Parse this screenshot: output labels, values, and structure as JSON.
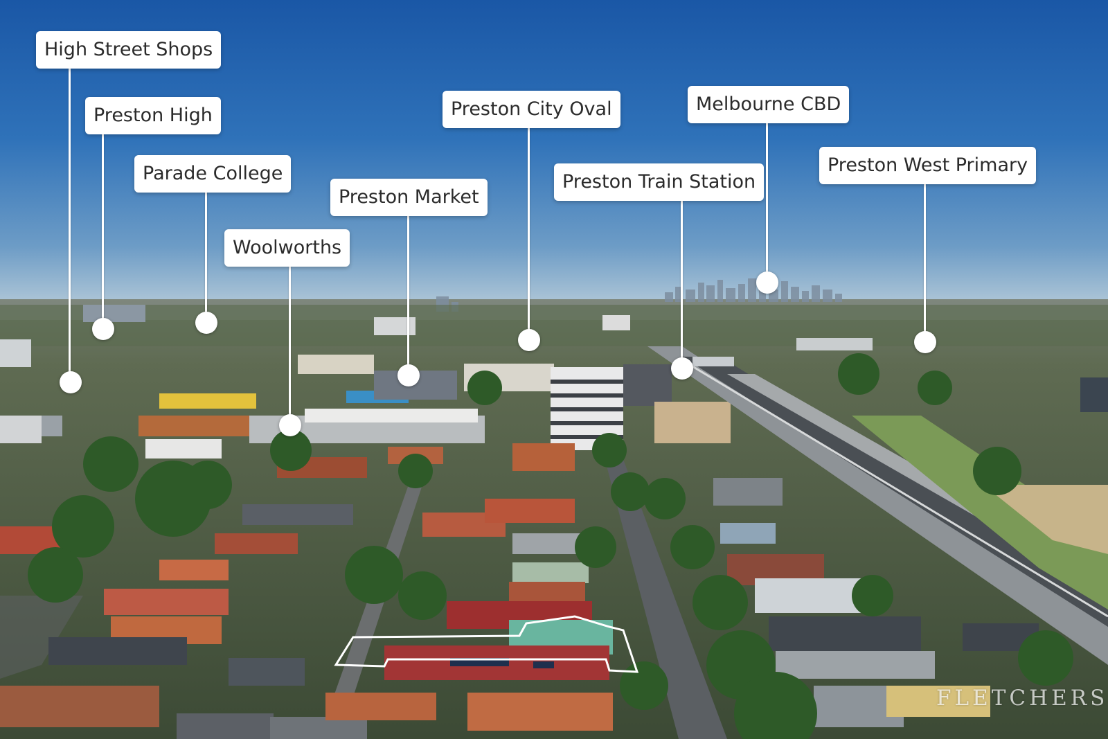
{
  "map": {
    "locations": [
      {
        "id": "high-street-shops",
        "label": "High Street Shops"
      },
      {
        "id": "preston-high",
        "label": "Preston High"
      },
      {
        "id": "parade-college",
        "label": "Parade College"
      },
      {
        "id": "woolworths",
        "label": "Woolworths"
      },
      {
        "id": "preston-market",
        "label": "Preston Market"
      },
      {
        "id": "preston-city-oval",
        "label": "Preston City Oval"
      },
      {
        "id": "preston-train-station",
        "label": "Preston Train Station"
      },
      {
        "id": "melbourne-cbd",
        "label": "Melbourne CBD"
      },
      {
        "id": "preston-west-primary",
        "label": "Preston West Primary"
      }
    ],
    "watermark": "FLETCHERS",
    "colors": {
      "sky_top": "#1a5aa8",
      "sky_horizon": "#a9c3d6",
      "label_bg": "#ffffff",
      "label_text": "#2b2b2b",
      "property_highlight": "#ffffff",
      "roof_terracotta": "#a8553a",
      "roof_grey": "#5d646c",
      "tree_green": "#2e5a28"
    }
  }
}
